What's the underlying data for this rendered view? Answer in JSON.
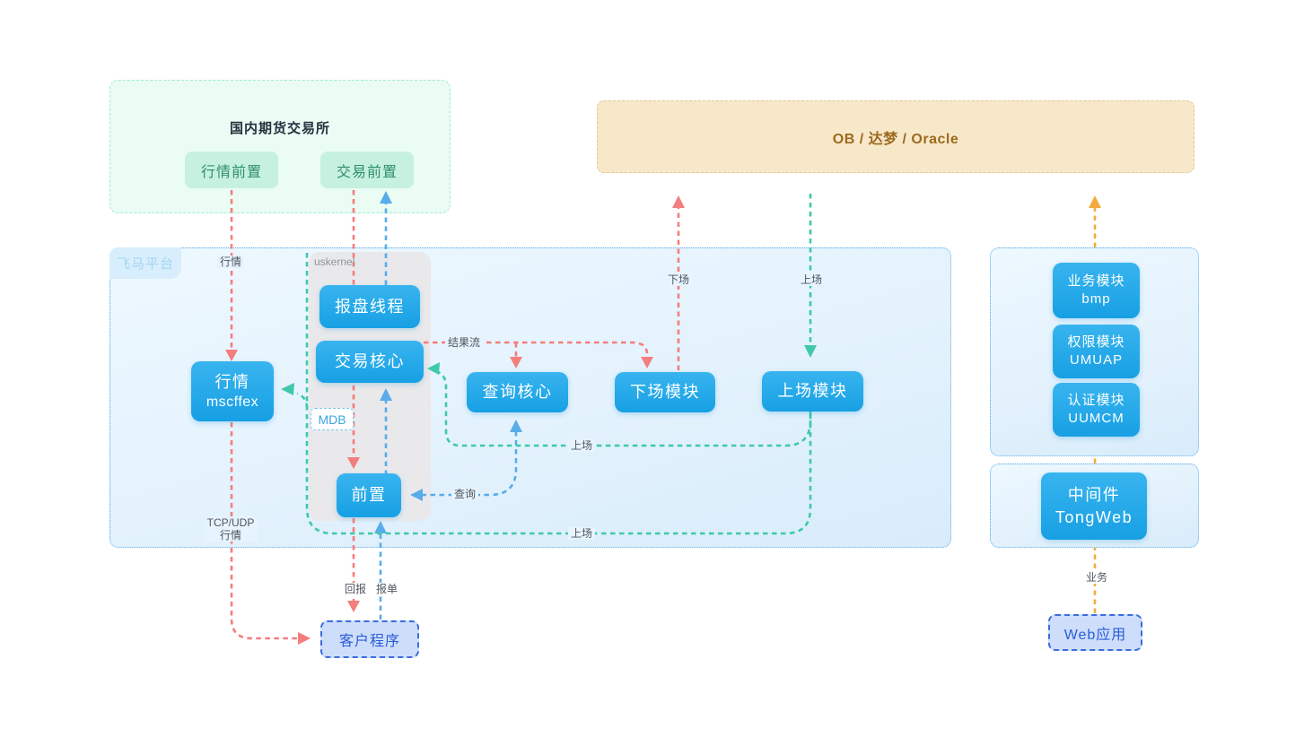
{
  "exchange": {
    "title": "国内期货交易所",
    "quote_front": "行情前置",
    "trade_front": "交易前置"
  },
  "database": {
    "title": "OB / 达梦 / Oracle"
  },
  "platform": {
    "badge": "飞马平台",
    "uskernel_label": "uskernel",
    "mdb_label": "MDB",
    "order_thread": "报盘线程",
    "trade_core": "交易核心",
    "front": "前置",
    "quote": {
      "line1": "行情",
      "line2": "mscffex"
    },
    "query_core": "查询核心",
    "offline_module": "下场模块",
    "online_module": "上场模块"
  },
  "right_panel": {
    "modules": [
      {
        "line1": "业务模块",
        "line2": "bmp"
      },
      {
        "line1": "权限模块",
        "line2": "UMUAP"
      },
      {
        "line1": "认证模块",
        "line2": "UUMCM"
      }
    ],
    "middleware": {
      "line1": "中间件",
      "line2": "TongWeb"
    }
  },
  "clients": {
    "client_program": "客户程序",
    "web_app": "Web应用"
  },
  "edges": {
    "quote": "行情",
    "offline": "下场",
    "online_top": "上场",
    "result_flow": "结果流",
    "online_mid": "上场",
    "online_bottom": "上场",
    "query": "查询",
    "tcp_udp_line1": "TCP/UDP",
    "tcp_udp_line2": "行情",
    "report_back": "回报",
    "order_submit": "报单",
    "business": "业务"
  },
  "colors": {
    "red": "#f47d7d",
    "blue": "#58ace9",
    "teal": "#3fc9a9",
    "orange": "#f4ab3e",
    "node_blue": "#29aaea",
    "mint": "#c6f1de",
    "db_bg": "#f8e8ca"
  }
}
